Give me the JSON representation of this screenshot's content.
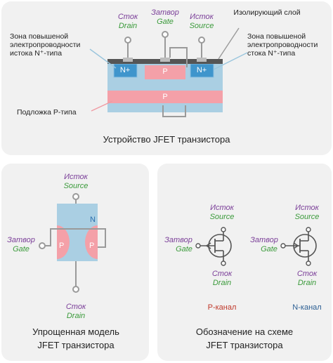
{
  "top": {
    "source": {
      "ru": "Исток",
      "en": "Source"
    },
    "gate": {
      "ru": "Затвор",
      "en": "Gate"
    },
    "drain": {
      "ru": "Сток",
      "en": "Drain"
    },
    "insulating_layer": "Изолирующий слой",
    "zone_left": [
      "Зона повышеной",
      "электропроводности",
      "истока N⁺-типа"
    ],
    "zone_right": [
      "Зона повышеной",
      "электропроводности",
      "стока N⁺-типа"
    ],
    "substrate": "Подложка P-типа",
    "n_plus": "N+",
    "p_label": "P",
    "title": "Устройство JFET транзистора",
    "colors": {
      "p_region": "#f4a0a8",
      "n_body": "#aacfe3",
      "oxide": "#555555"
    }
  },
  "simplified": {
    "source": {
      "ru": "Исток",
      "en": "Source"
    },
    "gate": {
      "ru": "Затвор",
      "en": "Gate"
    },
    "drain": {
      "ru": "Сток",
      "en": "Drain"
    },
    "n_label": "N",
    "p_label": "P",
    "title_line1": "Упрощенная модель",
    "title_line2": "JFET транзистора"
  },
  "symbols": {
    "p_channel": {
      "source": {
        "ru": "Исток",
        "en": "Source"
      },
      "gate": {
        "ru": "Затвор",
        "en": "Gate"
      },
      "drain": {
        "ru": "Сток",
        "en": "Drain"
      },
      "label": "P-канал"
    },
    "n_channel": {
      "source": {
        "ru": "Исток",
        "en": "Source"
      },
      "gate": {
        "ru": "Затвор",
        "en": "Gate"
      },
      "drain": {
        "ru": "Сток",
        "en": "Drain"
      },
      "label": "N-канал"
    },
    "title_line1": "Обозначение на схеме",
    "title_line2": "JFET транзистора"
  }
}
